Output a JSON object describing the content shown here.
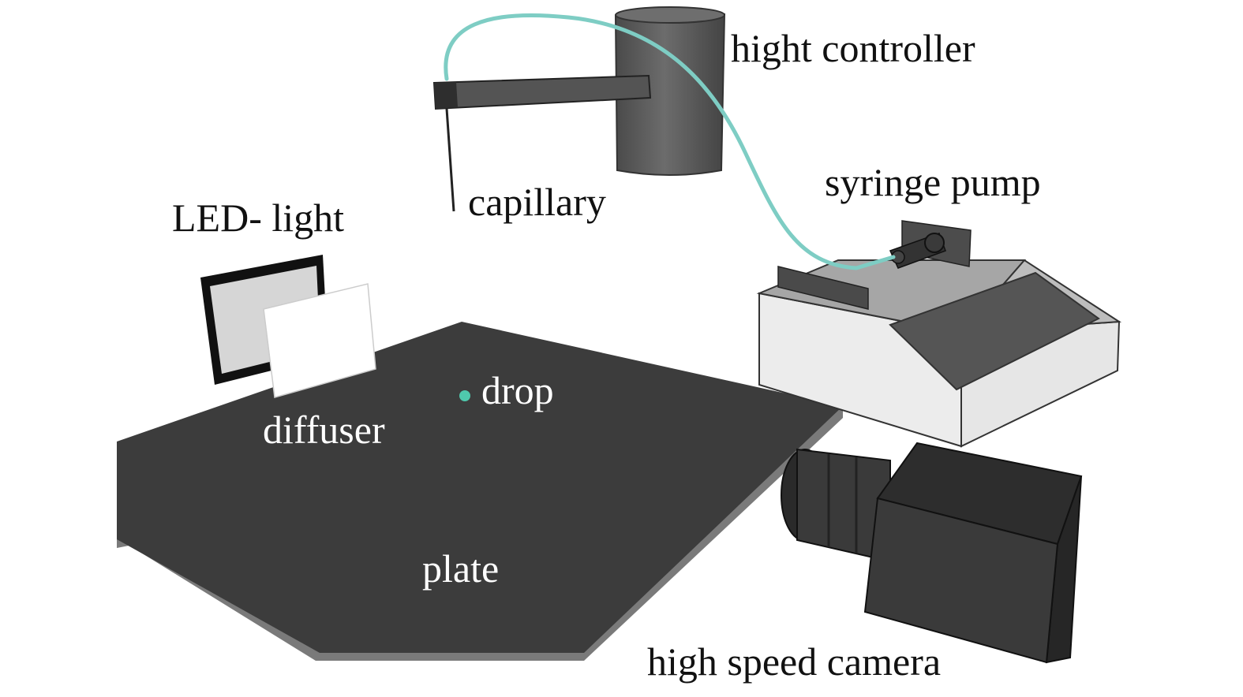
{
  "labels": {
    "height_controller": "hight controller",
    "capillary": "capillary",
    "syringe_pump": "syringe pump",
    "led_light": "LED- light",
    "diffuser": "diffuser",
    "drop": "drop",
    "plate": "plate",
    "camera": "high speed camera"
  },
  "colors": {
    "plate": "#3c3c3c",
    "plate_edge": "#7a7a7a",
    "tube": "#7ecdc4",
    "drop": "#4fc9ad",
    "controller": "#5c5c5c",
    "pump_body": "#ececec",
    "pump_top": "#a3a3a3",
    "pump_screen": "#555555",
    "camera_body": "#2f2f2f",
    "led_frame": "#111111",
    "led_panel": "#d8d8d8",
    "diffuser": "#ffffff",
    "label_dark": "#111111",
    "label_light": "#ffffff"
  }
}
